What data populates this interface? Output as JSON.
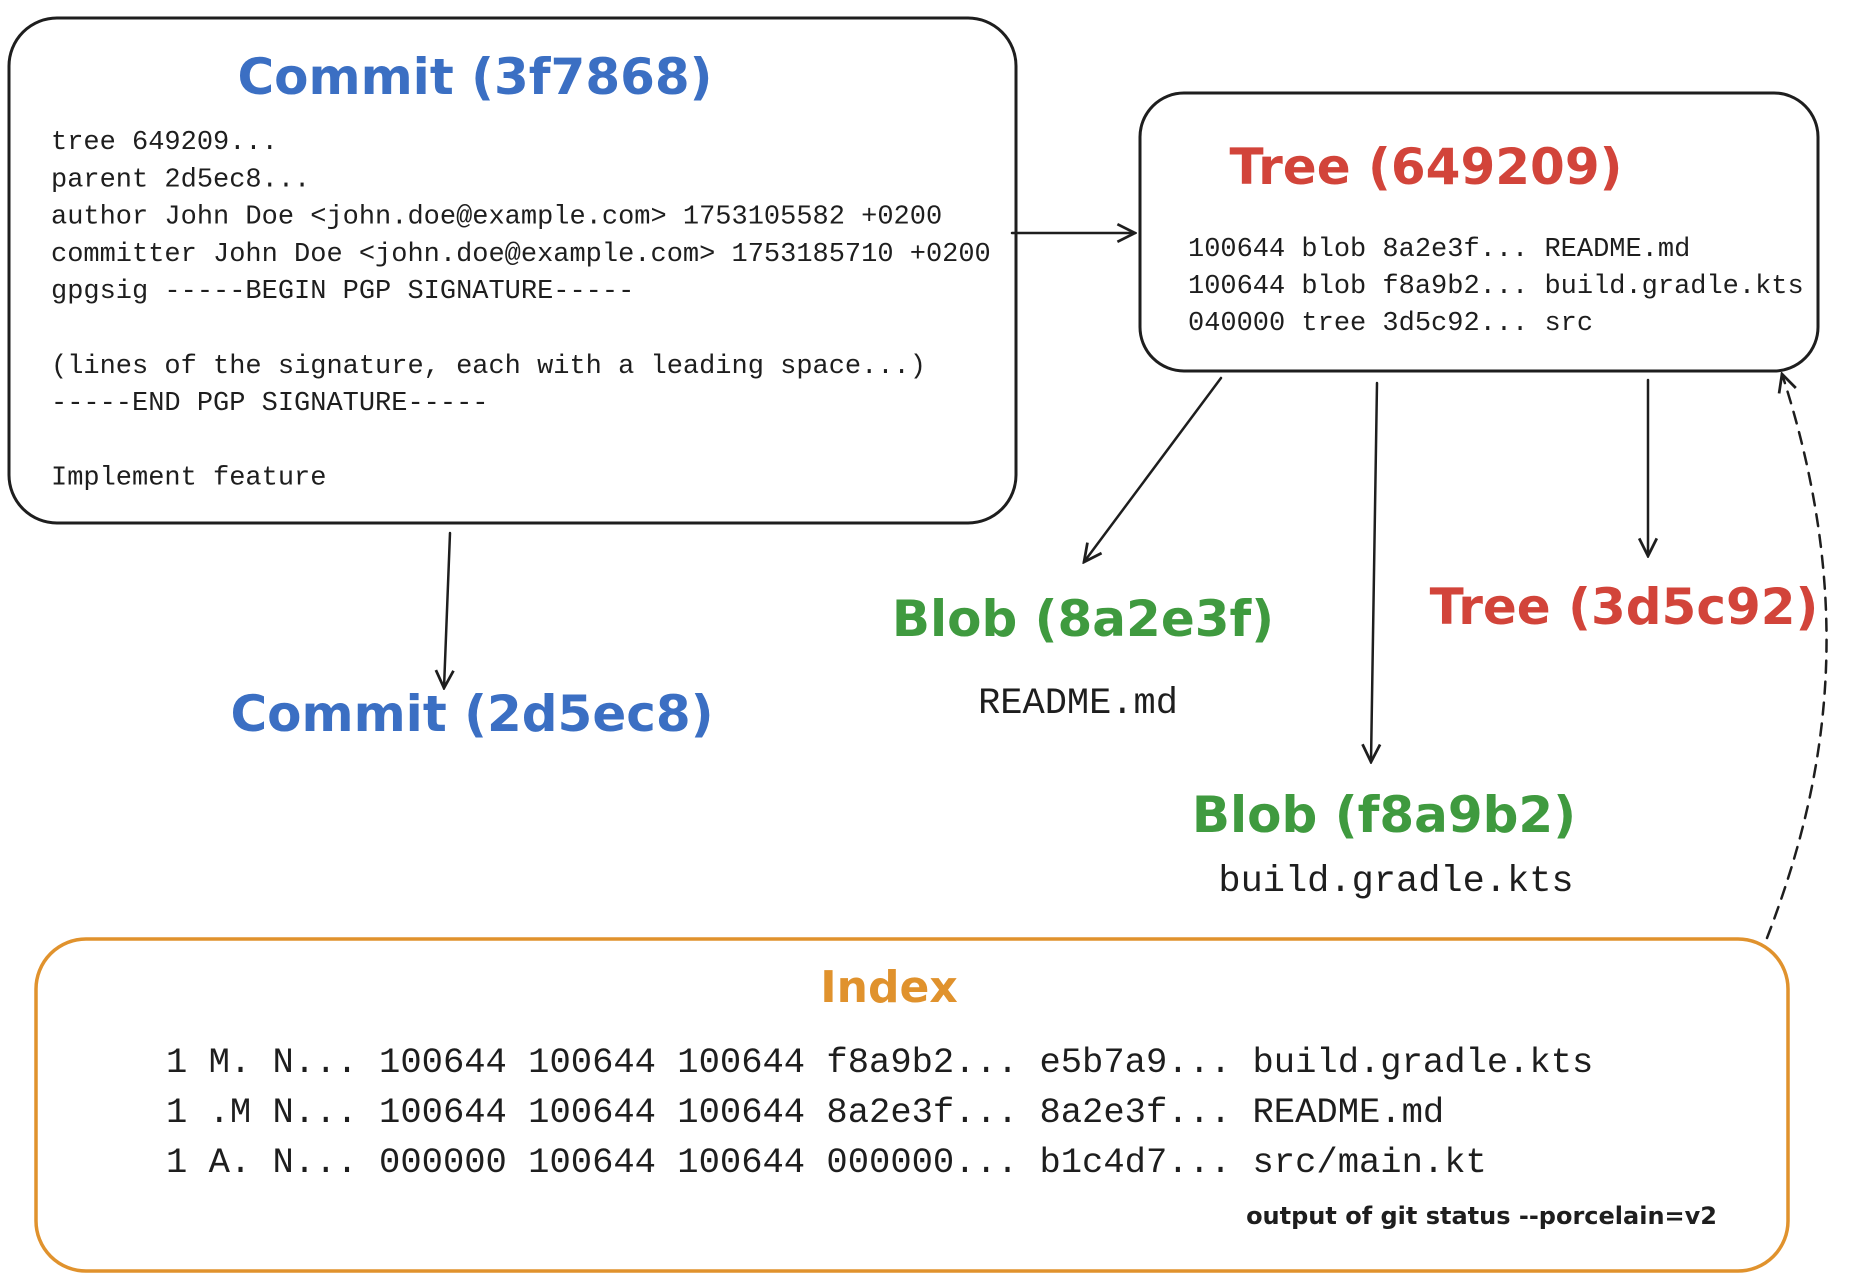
{
  "colors": {
    "commit": "#3b6fc3",
    "tree": "#d2443a",
    "blob": "#3f9a3f",
    "index": "#e0922d",
    "stroke": "#1e1e1e"
  },
  "commit_main": {
    "title": "Commit (3f7868)",
    "lines": [
      "tree 649209...",
      "parent 2d5ec8...",
      "author John Doe <john.doe@example.com> 1753105582 +0200",
      "committer John Doe <john.doe@example.com> 1753185710 +0200",
      "gpgsig -----BEGIN PGP SIGNATURE-----",
      "",
      "(lines of the signature, each with a leading space...)",
      "-----END PGP SIGNATURE-----",
      "",
      "Implement feature"
    ]
  },
  "commit_parent": {
    "title": "Commit (2d5ec8)"
  },
  "tree_main": {
    "title": "Tree (649209)",
    "lines": [
      "100644 blob 8a2e3f... README.md",
      "100644 blob f8a9b2... build.gradle.kts",
      "040000 tree 3d5c92... src"
    ]
  },
  "blob_readme": {
    "title": "Blob (8a2e3f)",
    "filename": "README.md"
  },
  "blob_gradle": {
    "title": "Blob (f8a9b2)",
    "filename": "build.gradle.kts"
  },
  "tree_src": {
    "title": "Tree (3d5c92)"
  },
  "index": {
    "title": "Index",
    "rows": [
      "1 M. N... 100644 100644 100644 f8a9b2... e5b7a9... build.gradle.kts",
      "1 .M N... 100644 100644 100644 8a2e3f... 8a2e3f... README.md",
      "1 A. N... 000000 100644 100644 000000... b1c4d7... src/main.kt"
    ],
    "caption": "output of git status --porcelain=v2"
  }
}
